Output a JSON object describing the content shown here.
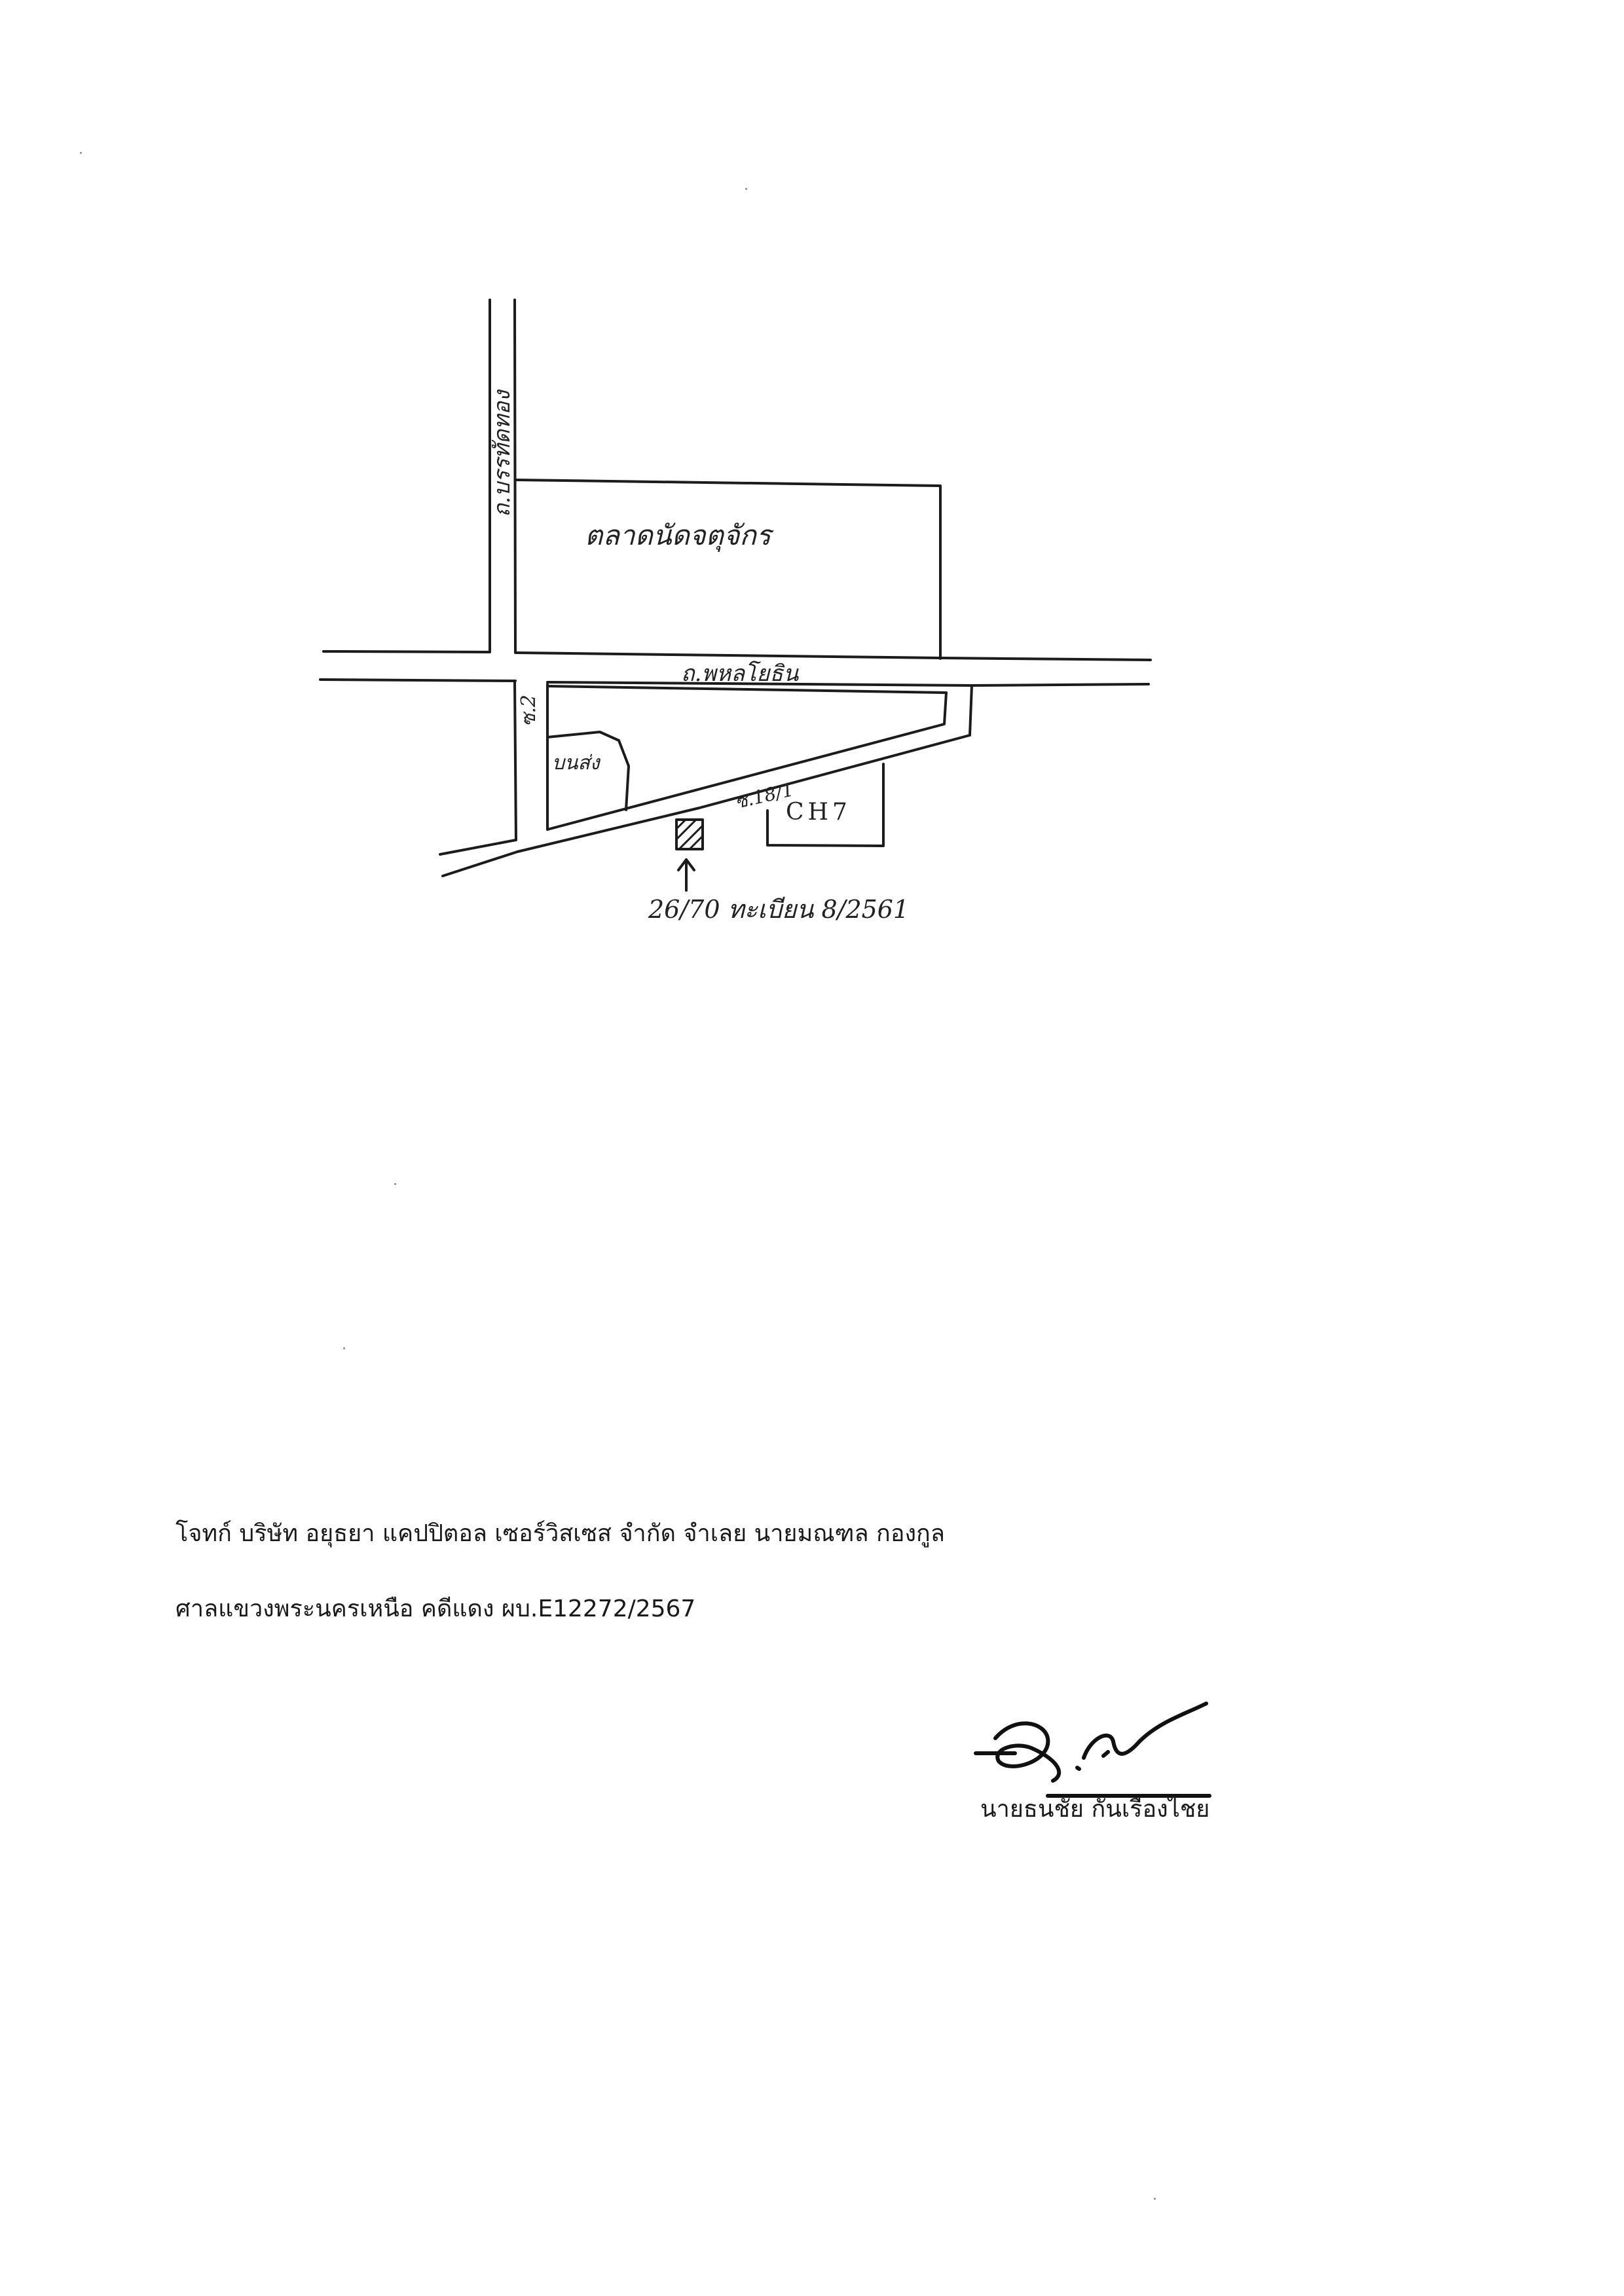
{
  "map": {
    "road_left_vertical": "ถ.บรรทัดทอง",
    "road_horizontal": "ถ.พหลโยธิน",
    "market_label": "ตลาดนัดจตุจักร",
    "soi_left": "ซ.2",
    "small_block_label": "บนส่ง",
    "lane_label": "ซ.18/1",
    "ch7_label": "CH7",
    "house_note": "26/70 ทะเบียน 8/2561"
  },
  "caption": {
    "plaintiff_line": "โจทก์ บริษัท อยุธยา แคปปิตอล เซอร์วิสเซส จำกัด  จำเลย นายมณฑล  กองกูล",
    "court_line": "ศาลแขวงพระนครเหนือ คดีแดง ผบ.E12272/2567"
  },
  "signature": {
    "signer_name": "นายธนชัย   กันเรืองไชย"
  }
}
